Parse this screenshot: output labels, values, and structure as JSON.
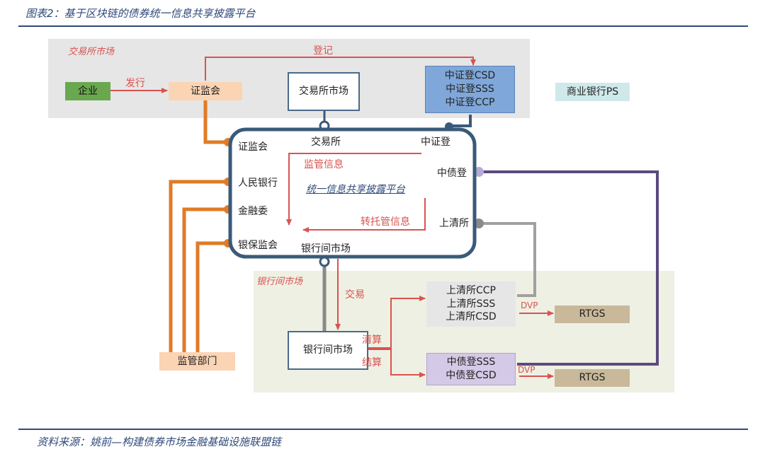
{
  "figure_title": "图表2：基于区块链的债券统一信息共享披露平台",
  "source_note": "资料来源：姚前—构建债券市场金融基础设施联盟链",
  "regions": {
    "exchange_market": "交易所市场",
    "interbank_market": "银行间市场"
  },
  "nodes": {
    "enterprise": "企业",
    "csrc_top": "证监会",
    "exchange_box": "交易所市场",
    "csd_box": "中证登CSD\n中证登SSS\n中证登CCP",
    "commercial_bank": "商业银行PS",
    "regulators": "监管部门",
    "interbank_box": "银行间市场",
    "shclear_box": "上清所CCP\n上清所SSS\n上清所CSD",
    "ccdc_box": "中债登SSS\n中债登CSD",
    "rtgs_1": "RTGS",
    "rtgs_2": "RTGS"
  },
  "hub": {
    "title": "统一信息共享披露平台",
    "ports": {
      "csrc": "证监会",
      "pboc": "人民银行",
      "fsc": "金融委",
      "cbirc": "银保监会",
      "exchange": "交易所",
      "csdc": "中证登",
      "ccdc": "中债登",
      "shclear": "上清所",
      "interbank": "银行间市场"
    }
  },
  "edge_labels": {
    "issue": "发行",
    "register": "登记",
    "supervision_info": "监管信息",
    "custody_info": "转托管信息",
    "trade": "交易",
    "clearing": "清算",
    "settlement": "结算",
    "dvp_1": "DVP",
    "dvp_2": "DVP"
  },
  "colors": {
    "title_blue": "#2f4a7a",
    "hub_border": "#3a5a7a",
    "red_arrow": "#d9534f",
    "orange_line": "#e07b28",
    "purple_line": "#5b4a7e",
    "gray_line": "#9a9a9a",
    "enterprise_green": "#6aa84f",
    "csrc_peach": "#fbd4b4",
    "csd_blue": "#7fa7d9",
    "bank_teal": "#cfe9ea",
    "rtgs_tan": "#c9b99a",
    "shclear_gray": "#e6e6e6",
    "ccdc_lavender": "#d4c9e6",
    "exchange_region": "#e6e6e6",
    "interbank_region": "#eef0e3"
  }
}
